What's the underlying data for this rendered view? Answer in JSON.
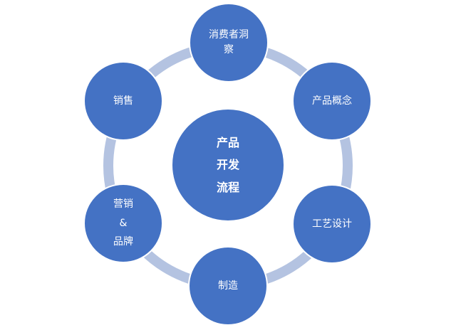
{
  "diagram": {
    "center": {
      "lines": [
        "产品",
        "开发",
        "流程"
      ]
    },
    "nodes": [
      {
        "id": "top",
        "lines": [
          "消费者洞",
          "察"
        ]
      },
      {
        "id": "right-top",
        "lines": [
          "产品概念"
        ]
      },
      {
        "id": "right-bottom",
        "lines": [
          "工艺设计"
        ]
      },
      {
        "id": "bottom",
        "lines": [
          "制造"
        ]
      },
      {
        "id": "left-bottom",
        "lines": [
          "营销",
          "&",
          "品牌"
        ]
      },
      {
        "id": "left-top",
        "lines": [
          "销售"
        ]
      }
    ]
  },
  "colors": {
    "node_fill": "#4472c4",
    "ring": "#b4c3e1",
    "text": "#ffffff"
  }
}
